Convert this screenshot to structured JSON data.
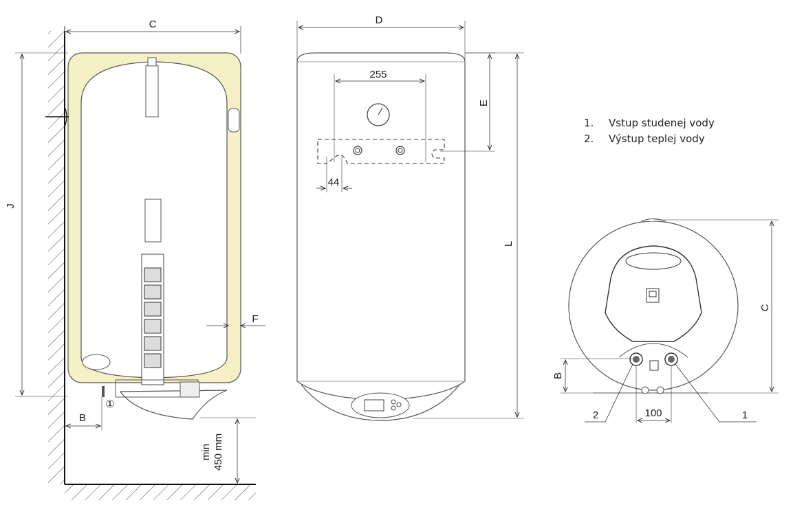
{
  "side_view": {
    "dim_top": "C",
    "dim_height": "J",
    "dim_offset": "B",
    "dim_wall": "F",
    "clearance_line1": "min",
    "clearance_line2": "450 mm",
    "circled_marker": "①"
  },
  "front_view": {
    "dim_top": "D",
    "dim_height": "L",
    "dim_bracket_top": "E",
    "dim_bracket_width": "255",
    "dim_slot": "44"
  },
  "bottom_view": {
    "dim_height": "C",
    "dim_outlet": "B",
    "dim_spacing": "100",
    "callout_left": "2",
    "callout_right": "1"
  },
  "legend": [
    {
      "number": "1.",
      "text": "Vstup studenej vody"
    },
    {
      "number": "2.",
      "text": "Výstup teplej vody"
    }
  ]
}
